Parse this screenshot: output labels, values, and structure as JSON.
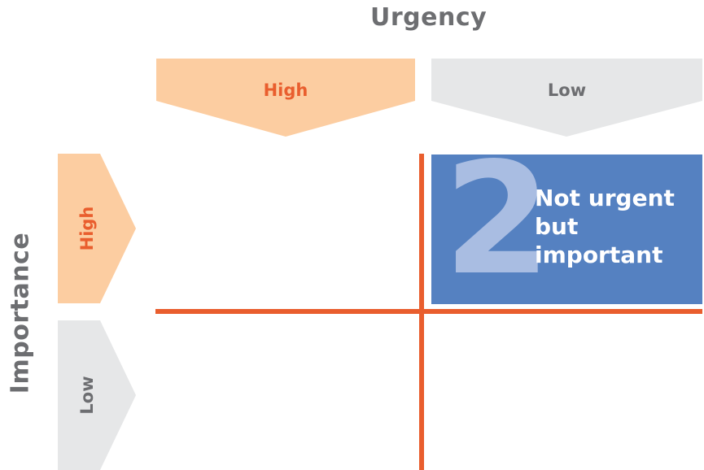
{
  "urgency": {
    "title": "Urgency",
    "high_label": "High",
    "low_label": "Low"
  },
  "importance": {
    "title": "Importance",
    "high_label": "High",
    "low_label": "Low"
  },
  "quadrant_2": {
    "number": "2",
    "lines": [
      "Not urgent",
      "but",
      "important"
    ]
  },
  "colors": {
    "high_fill": "#fccda1",
    "high_text": "#e95e2e",
    "low_fill": "#e6e7e8",
    "low_text": "#6d6e71",
    "axis_line": "#e95e2e",
    "quadrant_fill": "#5581c1",
    "quadrant_number": "#a9bde2"
  }
}
